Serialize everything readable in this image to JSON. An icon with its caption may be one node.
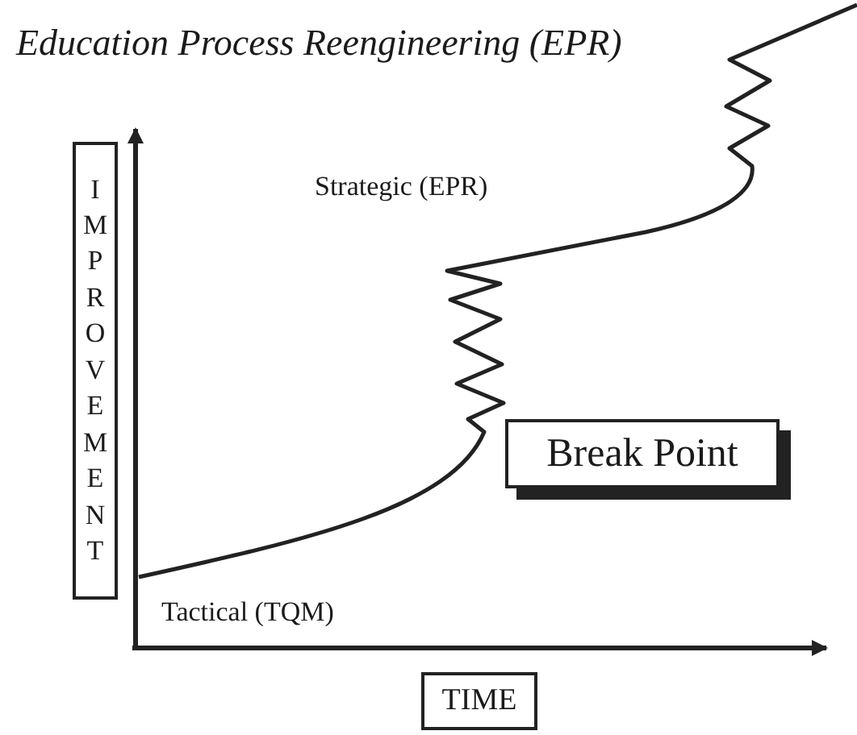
{
  "diagram": {
    "title": "Education Process Reengineering (EPR)",
    "nodes": [
      {
        "text": [
          "IMPROVEMENT"
        ]
      },
      {
        "text": [
          "Break Point"
        ]
      },
      {
        "text": [
          "TIME"
        ]
      }
    ],
    "labels": [
      "Strategic (EPR)",
      "Tactical (TQM)"
    ]
  }
}
